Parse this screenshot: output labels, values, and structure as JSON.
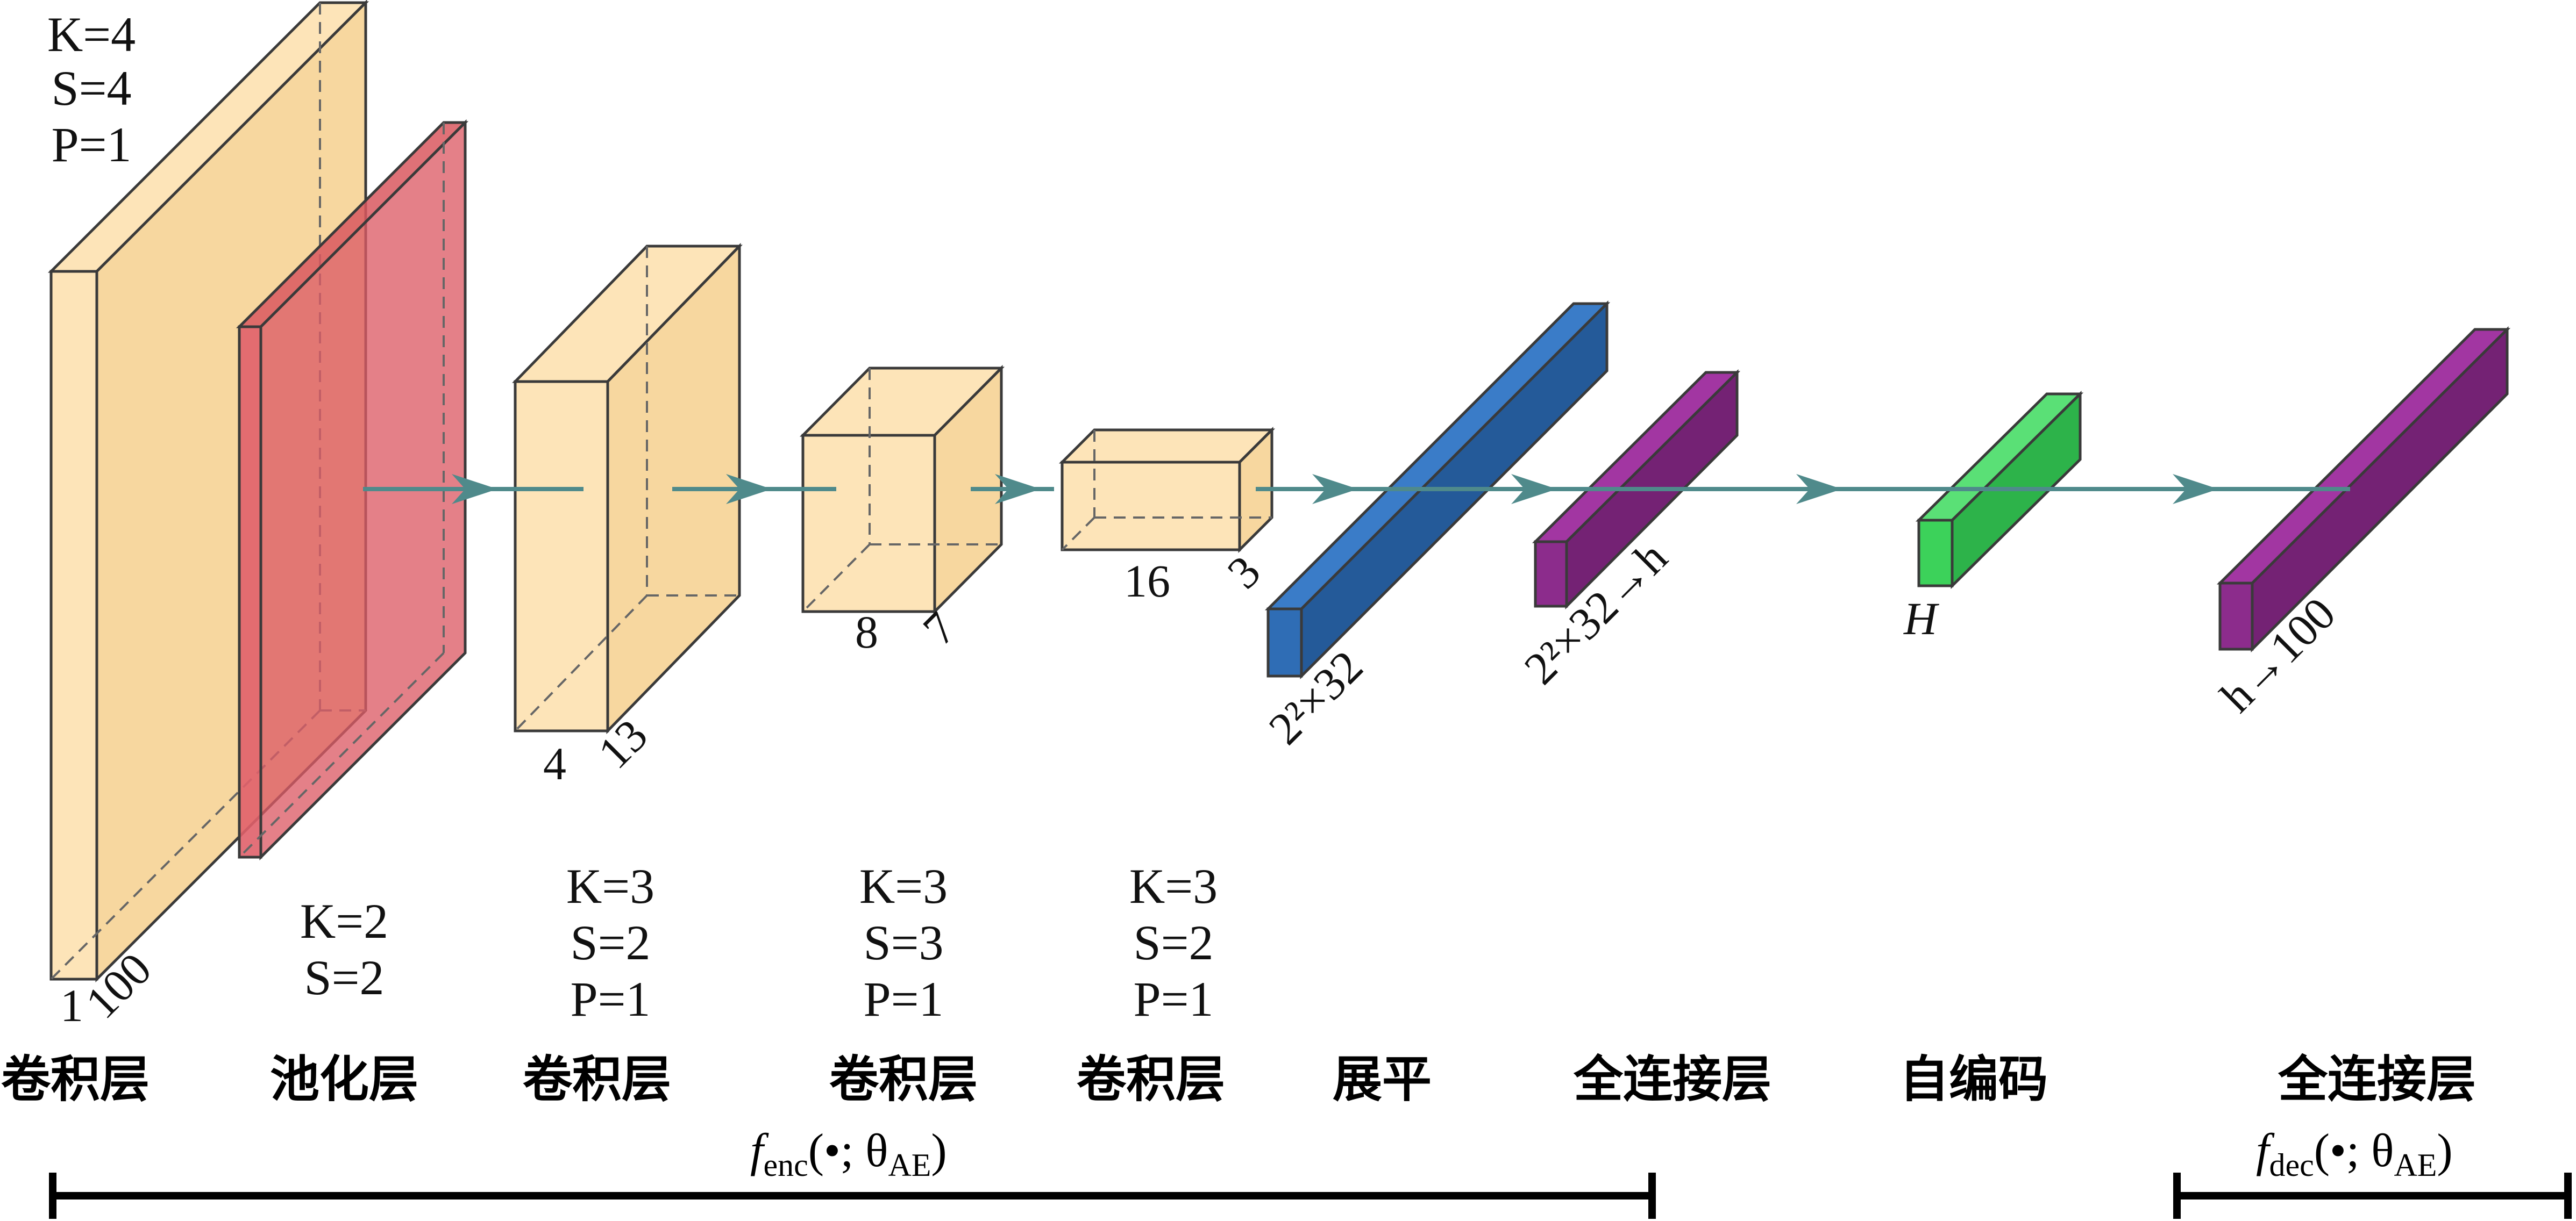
{
  "colors": {
    "conv": "#fde4b8",
    "pool": "#e0606a",
    "flatten": "#2f6db5",
    "dense": "#8c2c8c",
    "code": "#3cd25a",
    "flow": "#4f8a8b",
    "bar": "#000000"
  },
  "blocks": [
    {
      "id": "conv1",
      "dims": [
        "1",
        "100"
      ],
      "params": [
        "K=4",
        "S=4",
        "P=1"
      ],
      "name": "卷积层"
    },
    {
      "id": "pool1",
      "dims": [],
      "params": [
        "K=2",
        "S=2"
      ],
      "name": "池化层"
    },
    {
      "id": "conv2",
      "dims": [
        "4",
        "13"
      ],
      "params": [
        "K=3",
        "S=2",
        "P=1"
      ],
      "name": "卷积层"
    },
    {
      "id": "conv3",
      "dims": [
        "8",
        "7"
      ],
      "params": [
        "K=3",
        "S=3",
        "P=1"
      ],
      "name": "卷积层"
    },
    {
      "id": "conv4",
      "dims": [
        "16",
        "3"
      ],
      "params": [
        "K=3",
        "S=2",
        "P=1"
      ],
      "name": "卷积层"
    },
    {
      "id": "flatten",
      "dims": [
        "2²×32"
      ],
      "params": [],
      "name": "展平"
    },
    {
      "id": "dense1",
      "dims": [
        "2²×32→h"
      ],
      "params": [],
      "name": "全连接层"
    },
    {
      "id": "code",
      "dims": [
        "H"
      ],
      "params": [],
      "name": "自编码"
    },
    {
      "id": "dense2",
      "dims": [
        "h→100"
      ],
      "params": [],
      "name": "全连接层"
    }
  ],
  "encoder_label": {
    "f": "f",
    "sub1": "enc",
    "mid": "(•; θ",
    "sub2": "AE",
    "end": ")"
  },
  "decoder_label": {
    "f": "f",
    "sub1": "dec",
    "mid": "(•; θ",
    "sub2": "AE",
    "end": ")"
  }
}
